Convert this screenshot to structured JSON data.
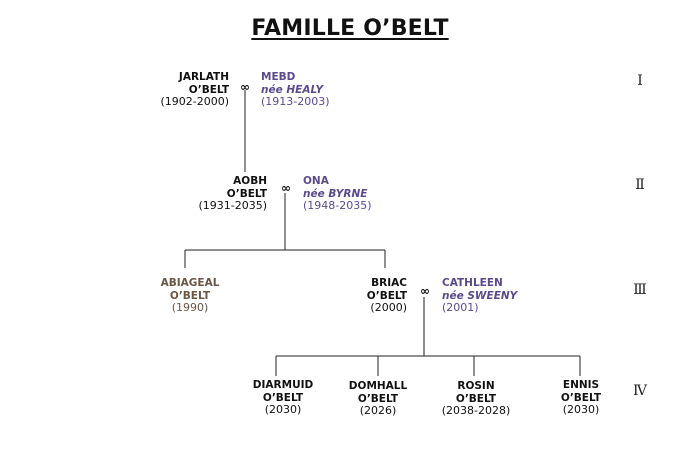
{
  "title": "FAMILLE O’BELT",
  "marriage_symbol": "∞",
  "generations": [
    "Ⅰ",
    "Ⅱ",
    "Ⅲ",
    "Ⅳ"
  ],
  "people": {
    "jarlath": {
      "first": "JARLATH",
      "last": "O’BELT",
      "years": "(1902-2000)"
    },
    "mebd": {
      "first": "MEBD",
      "nee": "née HEALY",
      "years": "(1913-2003)"
    },
    "aobh": {
      "first": "AOBH",
      "last": "O’BELT",
      "years": "(1931-2035)"
    },
    "ona": {
      "first": "ONA",
      "nee": "née BYRNE",
      "years": "(1948-2035)"
    },
    "abiageal": {
      "first": "ABIAGEAL",
      "last": "O’BELT",
      "years": "(1990)"
    },
    "briac": {
      "first": "BRIAC",
      "last": "O’BELT",
      "years": "(2000)"
    },
    "cathleen": {
      "first": "CATHLEEN",
      "nee": "née SWEENY",
      "years": "(2001)"
    },
    "diarmuid": {
      "first": "DIARMUID",
      "last": "O’BELT",
      "years": "(2030)"
    },
    "domhall": {
      "first": "DOMHALL",
      "last": "O’BELT",
      "years": "(2026)"
    },
    "rosin": {
      "first": "ROSIN",
      "last": "O’BELT",
      "years": "(2038-2028)"
    },
    "ennis": {
      "first": "ENNIS",
      "last": "O’BELT",
      "years": "(2030)"
    }
  },
  "colors": {
    "text": "#111111",
    "spouse": "#5a4a8a",
    "branch": "#6b5544",
    "line": "#222222"
  }
}
